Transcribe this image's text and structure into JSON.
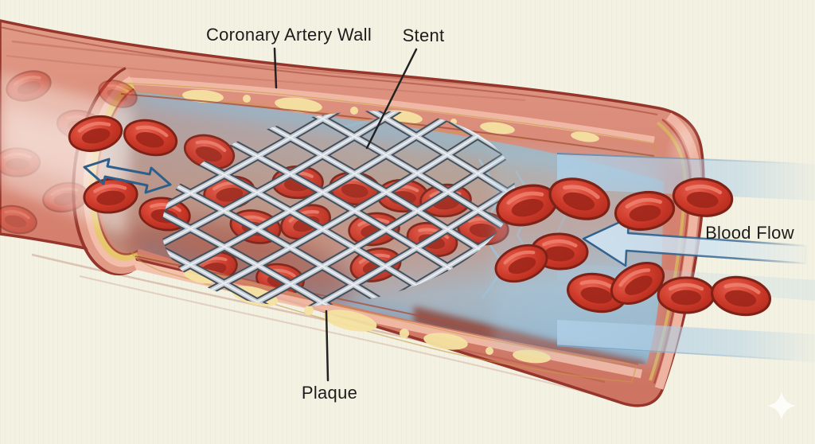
{
  "labels": {
    "coronary_artery_wall": "Coronary Artery Wall",
    "stent": "Stent",
    "blood_flow": "Blood Flow",
    "plaque": "Plaque"
  },
  "colors": {
    "background": "#f3f1e2",
    "artery_wall_salmon": "#d98a77",
    "artery_outline_dark_red": "#96352b",
    "inner_lining_pink": "#f2bda9",
    "plaque_yellow": "#e9c96f",
    "plaque_highlight": "#f5e3a2",
    "lumen_blue_gray": "#a9c3d4",
    "lumen_floor_maroon": "#9c4a3c",
    "blood_cell_red": "#c8372a",
    "blood_cell_rim": "#7e2217",
    "stent_wire_silver": "#c6cdd5",
    "stent_wire_shadow": "#46505b",
    "flow_arrow_fill": "#cfe4f2",
    "flow_arrow_outline": "#2d5f8c",
    "label_text": "#1c1c1c"
  }
}
